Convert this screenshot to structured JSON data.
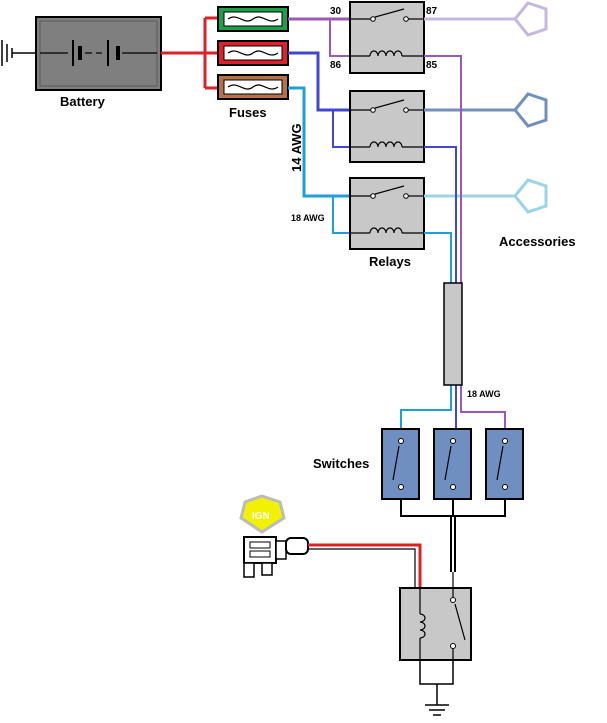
{
  "labels": {
    "battery": "Battery",
    "fuses": "Fuses",
    "relays": "Relays",
    "accessories": "Accessories",
    "switches": "Switches",
    "ign": "IGN",
    "wire_14awg": "14 AWG",
    "wire_18awg_left": "18 AWG",
    "wire_18awg_right": "18 AWG",
    "pin_30": "30",
    "pin_87": "87",
    "pin_86": "86",
    "pin_85": "85"
  },
  "colors": {
    "fuse_green": "#1ea04a",
    "fuse_red": "#e0202a",
    "fuse_brown": "#b5714a",
    "wire_red": "#dd1f26",
    "wire_purple": "#9b59b6",
    "wire_blue": "#3f48cc",
    "wire_lightblue": "#1f9fd8",
    "relay_fill": "#c8c8c8",
    "switch_fill": "#6f8fc0",
    "battery_fill": "#7f7f7f",
    "accessory_1": "#c4b8e0",
    "accessory_2": "#6f8fbf",
    "accessory_3": "#9bd3ea",
    "ign_fill": "#f2f200"
  }
}
